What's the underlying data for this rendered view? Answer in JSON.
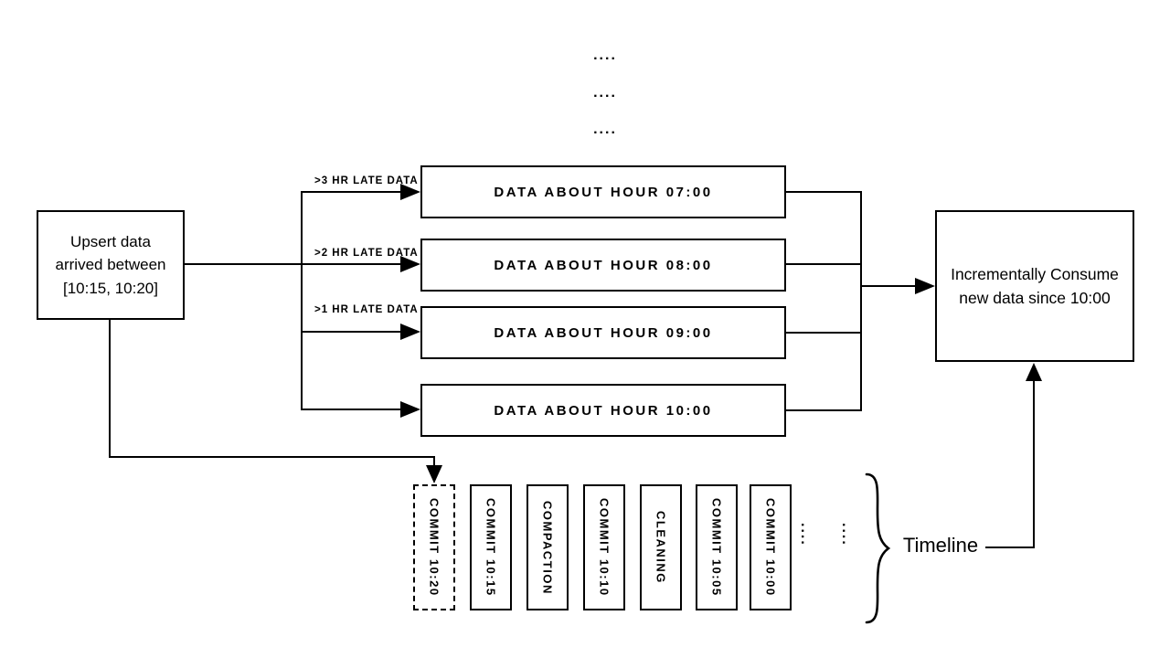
{
  "diagram": {
    "colors": {
      "stroke": "#000000",
      "background": "#ffffff"
    },
    "top_dots": {
      "row1": "....",
      "row2": "....",
      "row3": "...."
    },
    "left_box": {
      "line1": "Upsert data",
      "line2": "arrived between",
      "line3": "[10:15, 10:20]"
    },
    "late_labels": [
      {
        "text": ">3 HR LATE DATA"
      },
      {
        "text": ">2 HR LATE DATA"
      },
      {
        "text": ">1 HR LATE DATA"
      }
    ],
    "hour_boxes": [
      {
        "label": "DATA ABOUT HOUR 07:00"
      },
      {
        "label": "DATA ABOUT HOUR 08:00"
      },
      {
        "label": "DATA ABOUT HOUR 09:00"
      },
      {
        "label": "DATA ABOUT HOUR 10:00"
      }
    ],
    "right_box": {
      "line1": "Incrementally Consume",
      "line2": "new data since 10:00"
    },
    "timeline": {
      "entries": [
        {
          "label": "COMMIT 10:20",
          "style": "dashed"
        },
        {
          "label": "COMMIT 10:15",
          "style": "solid"
        },
        {
          "label": "COMPACTION",
          "style": "solid"
        },
        {
          "label": "COMMIT 10:10",
          "style": "solid"
        },
        {
          "label": "CLEANING",
          "style": "solid"
        },
        {
          "label": "COMMIT 10:05",
          "style": "solid"
        },
        {
          "label": "COMMIT 10:00",
          "style": "solid"
        }
      ],
      "ellipsis1": "....",
      "ellipsis2": "....",
      "brace_label": "Timeline"
    }
  }
}
